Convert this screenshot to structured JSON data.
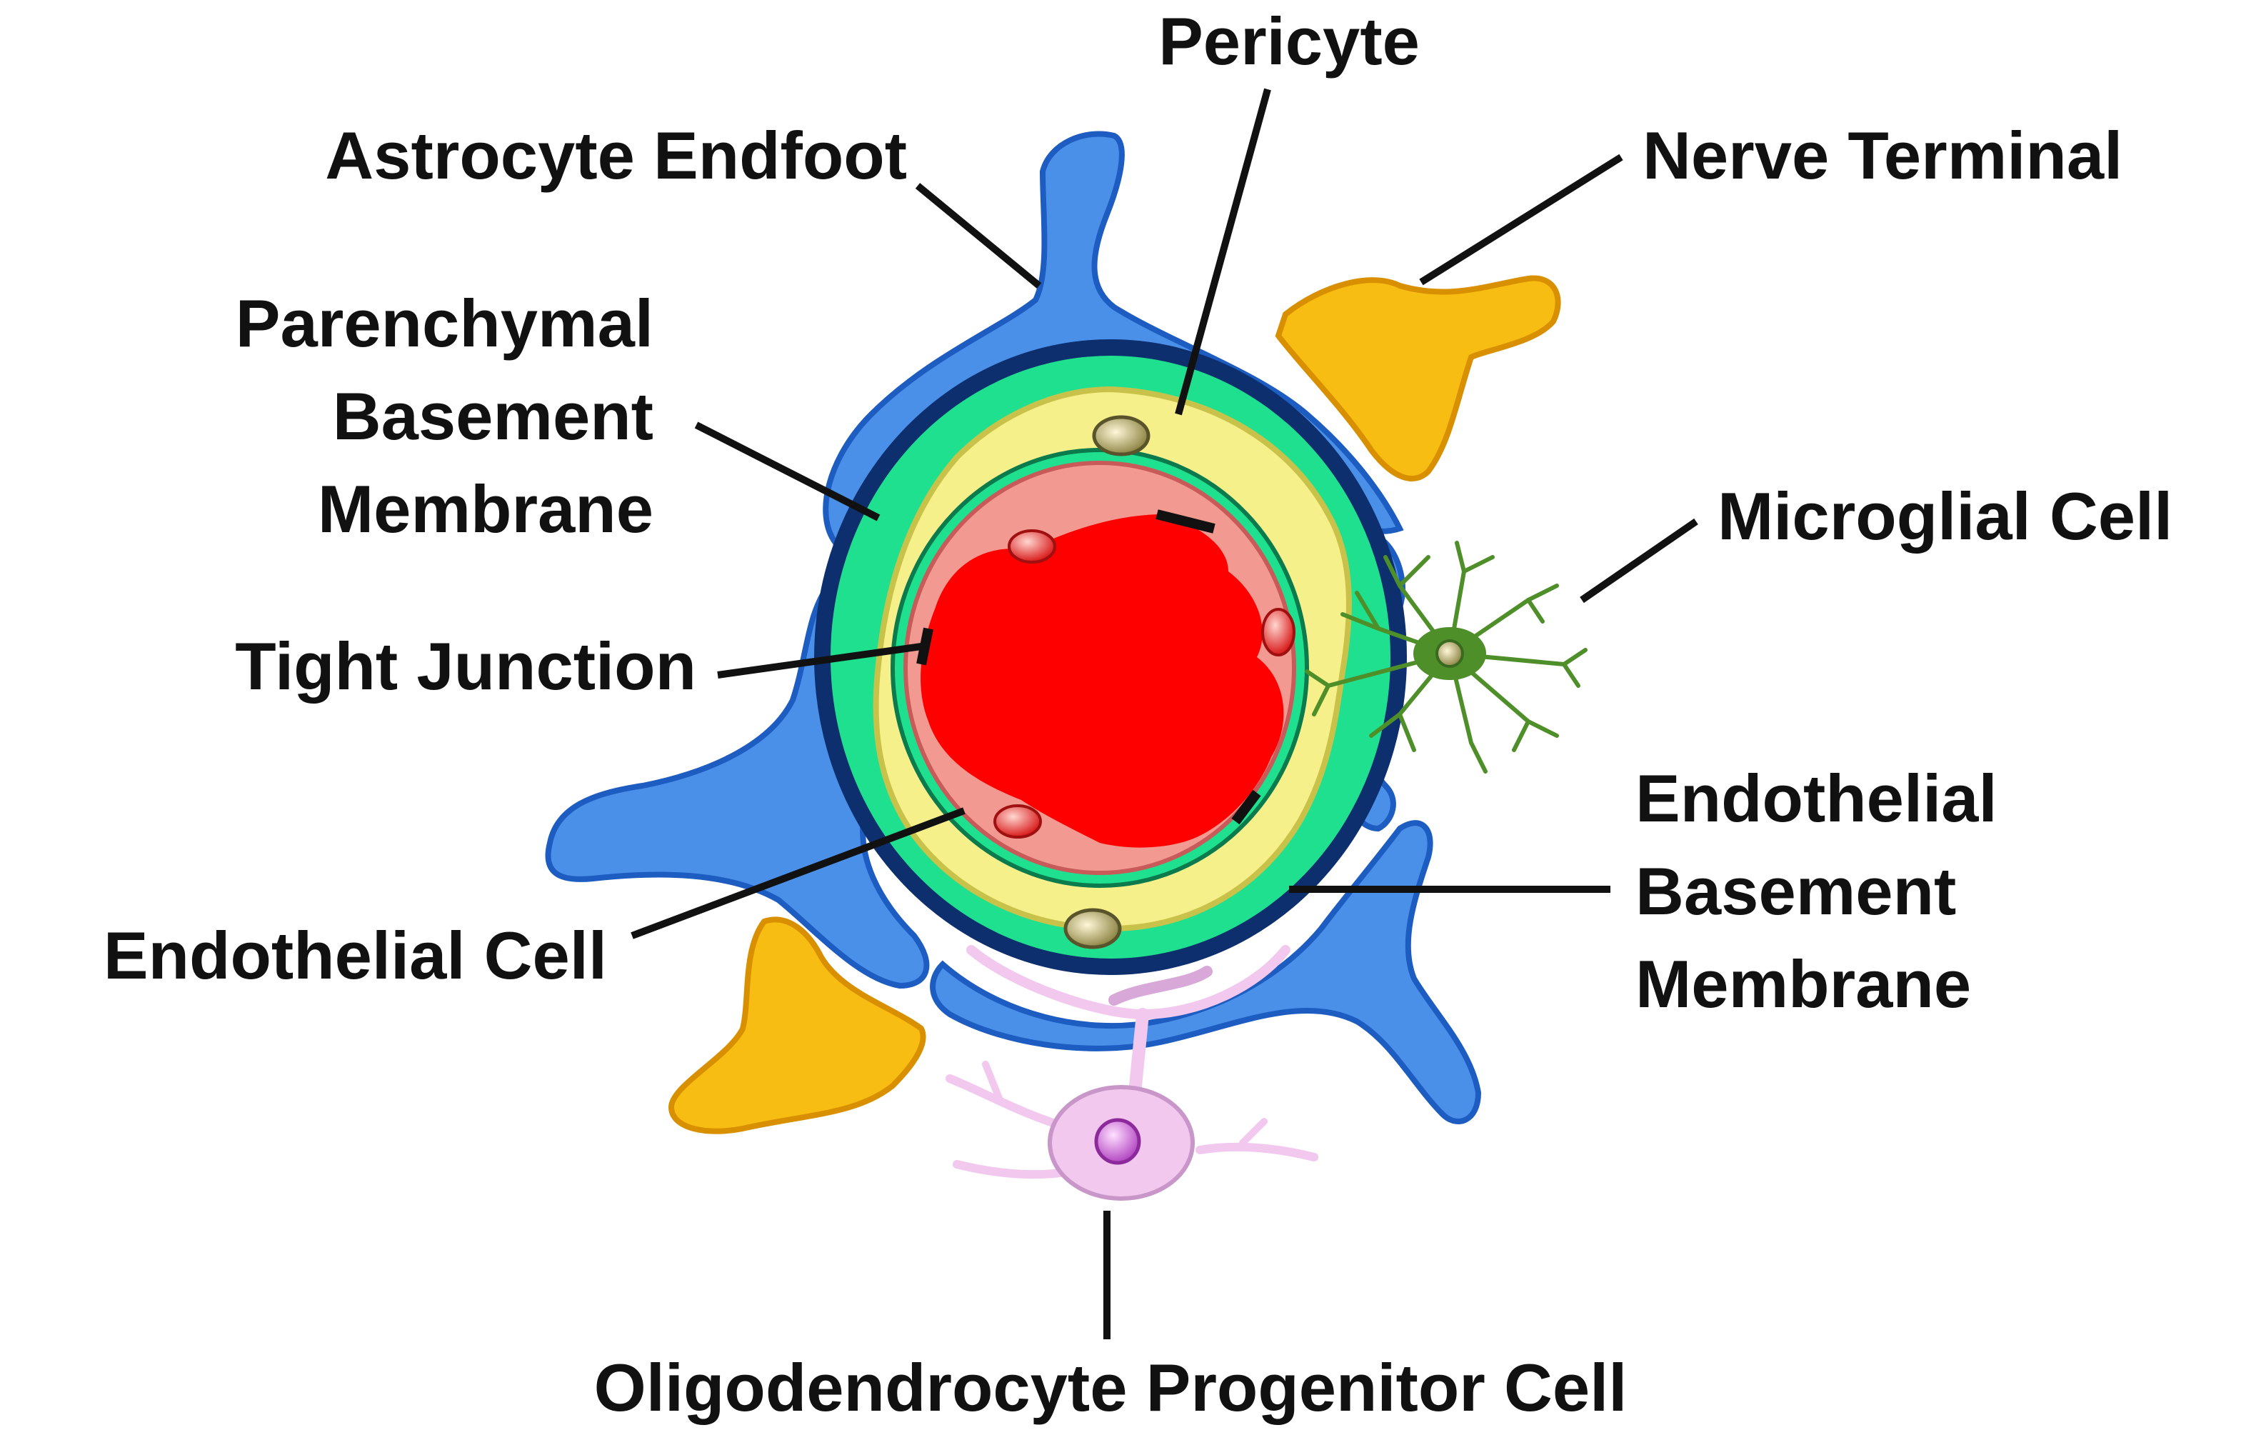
{
  "labels": {
    "pericyte": "Pericyte",
    "astrocyte_endfoot": "Astrocyte Endfoot",
    "nerve_terminal": "Nerve Terminal",
    "parenchymal_bm": [
      "Parenchymal",
      "Basement",
      "Membrane"
    ],
    "microglial_cell": "Microglial Cell",
    "tight_junction": "Tight Junction",
    "endothelial_bm": [
      "Endothelial",
      "Basement",
      "Membrane"
    ],
    "endothelial_cell": "Endothelial Cell",
    "opc": "Oligodendrocyte Progenitor Cell"
  },
  "colors": {
    "astrocyte": "#4a90e8",
    "astrocyte_edge": "#1d5cc0",
    "parenchymal_bm": "#0d2f6e",
    "endothelial_bm": "#1fe08f",
    "pericyte": "#f6f08a",
    "endothelial": "#f29a92",
    "lumen": "#ff0000",
    "nerve_terminal": "#f7bd12",
    "microglia": "#4f8f2a",
    "opc": "#f2c8ee",
    "nucleus": "#b7ae6a"
  }
}
